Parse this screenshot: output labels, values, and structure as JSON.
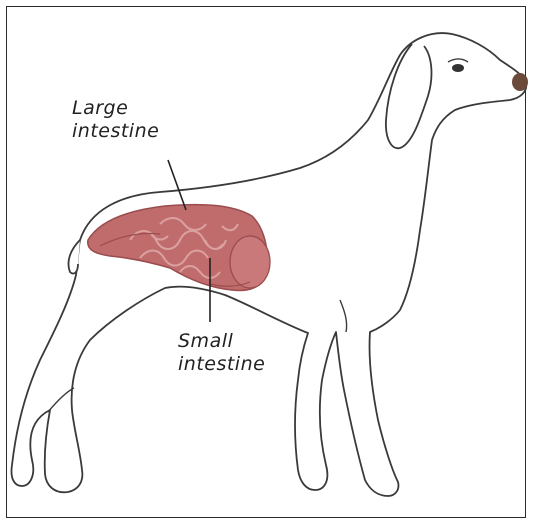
{
  "labels": {
    "large_intestine": {
      "line1": "Large",
      "line2": "intestine"
    },
    "small_intestine": {
      "line1": "Small",
      "line2": "intestine"
    }
  },
  "colors": {
    "outline": "#3a3a3a",
    "organ_fill": "#c06c6c",
    "organ_dark": "#9a4c4e",
    "organ_light": "#dba0a0",
    "nose": "#6b4a3a",
    "eye": "#333333"
  }
}
